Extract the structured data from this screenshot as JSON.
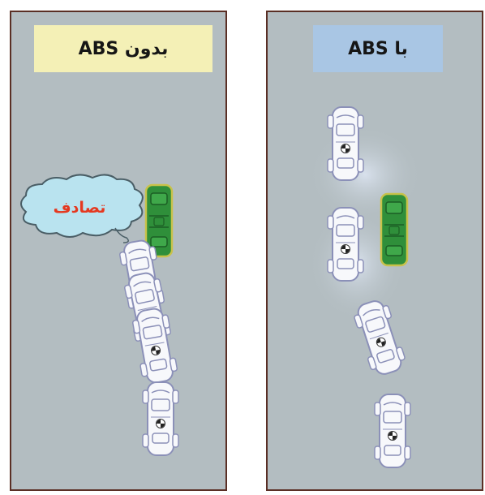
{
  "panels": {
    "left": {
      "label": "بدون ABS",
      "label_bg": "#f4f0b6",
      "crash_label": "تصادف"
    },
    "right": {
      "label": "با ABS",
      "label_bg": "#a9c6e4"
    }
  },
  "colors": {
    "road": "#b3bdc1",
    "border": "#5a2f25",
    "white_car": "#f7f8fb",
    "white_car_outline": "#8b90b8",
    "green_car": "#2f8f3a",
    "green_car_outline": "#c8c24a",
    "cloud": "#b9e3ef"
  }
}
